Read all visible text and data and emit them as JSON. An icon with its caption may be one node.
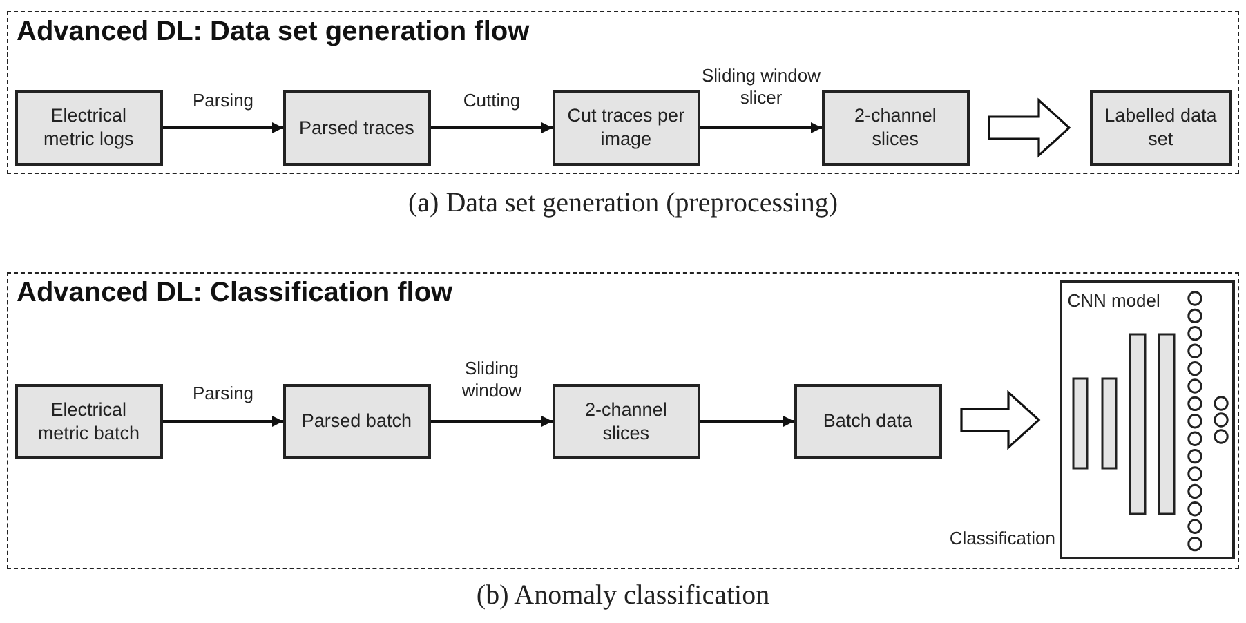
{
  "diagram": {
    "nodes": [
      {
        "text": [
          "Advanced DL: Data set generation flow"
        ],
        "beside": [
          "(a) Data set generation (preprocessing)"
        ]
      },
      {
        "text": [
          "Electrical metric logs"
        ],
        "in": 0
      },
      {
        "text": [
          "Parsed traces"
        ],
        "in": 0
      },
      {
        "text": [
          "Cut traces per image"
        ],
        "in": 0
      },
      {
        "text": [
          "2-channel slices"
        ],
        "in": 0
      },
      {
        "text": [
          "Labelled data set"
        ],
        "in": 0
      },
      {
        "text": [
          "Advanced DL: Classification flow"
        ],
        "beside": [
          "(b) Anomaly classification"
        ]
      },
      {
        "text": [
          "Electrical metric batch"
        ],
        "in": 6
      },
      {
        "text": [
          "Parsed batch"
        ],
        "in": 6
      },
      {
        "text": [
          "2-channel slices"
        ],
        "in": 6
      },
      {
        "text": [
          "Batch data"
        ],
        "in": 6
      },
      {
        "text": [
          "CNN model"
        ],
        "in": 6,
        "beside": [
          "Classification"
        ]
      }
    ],
    "edges": [
      {
        "from": 1,
        "to": 2,
        "arrow": "to",
        "label": "Parsing"
      },
      {
        "from": 2,
        "to": 3,
        "arrow": "to",
        "label": "Cutting"
      },
      {
        "from": 3,
        "to": 4,
        "arrow": "to",
        "label": "Sliding window slicer"
      },
      {
        "from": 4,
        "to": 5,
        "arrow": "to",
        "style": "thick"
      },
      {
        "from": 7,
        "to": 8,
        "arrow": "to",
        "label": "Parsing"
      },
      {
        "from": 8,
        "to": 9,
        "arrow": "to",
        "label": "Sliding window"
      },
      {
        "from": 9,
        "to": 10,
        "arrow": "to"
      },
      {
        "from": 10,
        "to": 11,
        "arrow": "to",
        "style": "thick"
      }
    ]
  }
}
